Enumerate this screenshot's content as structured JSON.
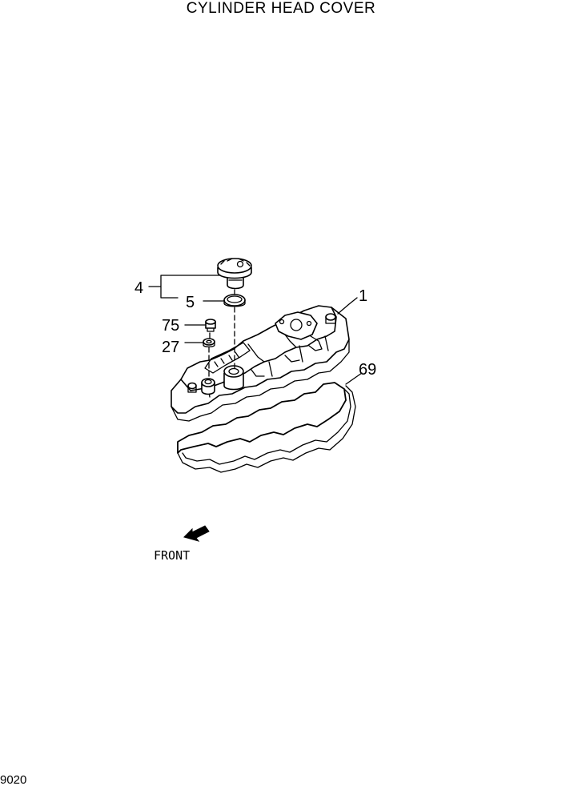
{
  "title": "CYLINDER HEAD COVER",
  "page_code": "9020",
  "callouts": [
    {
      "id": "4",
      "text": "4"
    },
    {
      "id": "5",
      "text": "5"
    },
    {
      "id": "75",
      "text": "75"
    },
    {
      "id": "27",
      "text": "27"
    },
    {
      "id": "1",
      "text": "1"
    },
    {
      "id": "69",
      "text": "69"
    }
  ],
  "front_label": "FRONT"
}
